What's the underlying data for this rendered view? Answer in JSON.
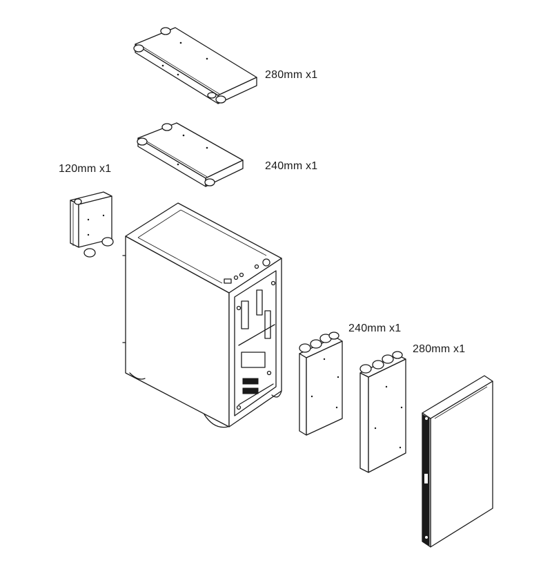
{
  "labels": {
    "top_radiator": "280mm x1",
    "second_radiator": "240mm x1",
    "small_radiator": "120mm x1",
    "right_radiator_a": "240mm x1",
    "right_radiator_b": "280mm x1"
  },
  "colors": {
    "line": "#1a1a1a",
    "background": "#ffffff"
  }
}
